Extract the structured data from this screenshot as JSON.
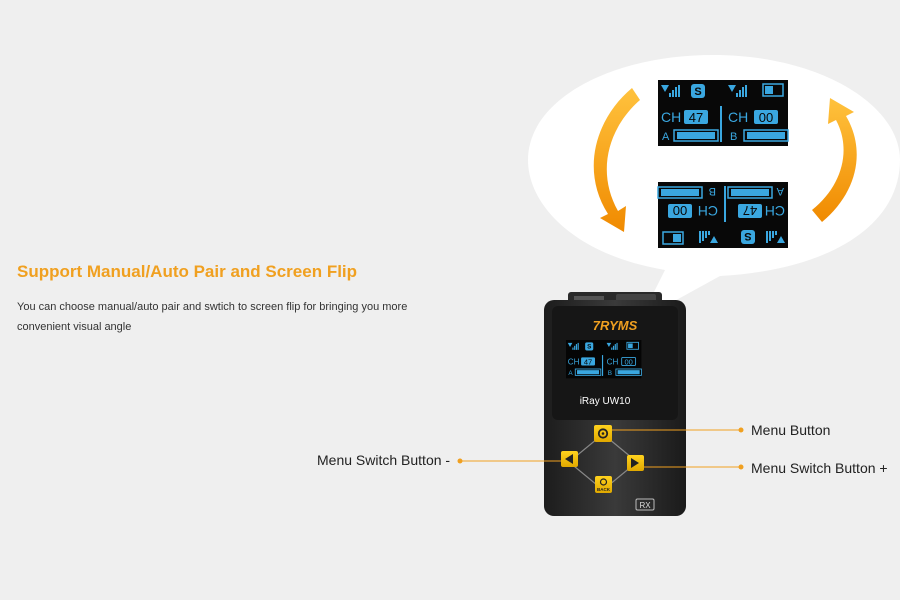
{
  "feature": {
    "title": "Support Manual/Auto Pair and Screen Flip",
    "description": "You can choose manual/auto pair and swtich to screen flip for bringing you more convenient visual angle"
  },
  "screen_normal": {
    "channel_prefix": "CH",
    "channel_a": "47",
    "channel_b": "00",
    "label_a": "A",
    "label_b": "B",
    "badge": "S"
  },
  "screen_flipped": {
    "channel_prefix": "CH",
    "channel_a": "47",
    "channel_b": "00",
    "label_a": "A",
    "label_b": "B",
    "badge": "S"
  },
  "device": {
    "brand": "7RYMS",
    "model": "iRay UW10",
    "tag": "RX",
    "back_label": "BACK",
    "screen": {
      "channel_prefix": "CH",
      "channel_a": "47",
      "channel_b": "00",
      "label_a": "A",
      "label_b": "B",
      "badge": "S"
    }
  },
  "callouts": {
    "menu": "Menu Button",
    "minus": "Menu Switch Button -",
    "plus": "Menu Switch Button +"
  },
  "colors": {
    "accent": "#f0a020",
    "lcd_text": "#3aa7e0",
    "button": "#f2c200"
  }
}
